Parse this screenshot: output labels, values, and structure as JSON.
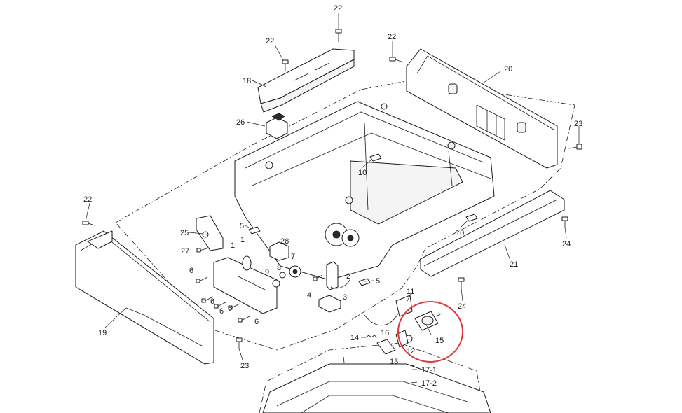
{
  "colors": {
    "line": "#1a1a1a",
    "highlight": "#e0363a",
    "background": "#ffffff"
  },
  "labels": {
    "l22a": "22",
    "l22b": "22",
    "l22c": "22",
    "l22d": "22",
    "l18": "18",
    "l20": "20",
    "l26": "26",
    "l23a": "23",
    "l23b": "23",
    "l10a": "10",
    "l10b": "10",
    "l25": "25",
    "l5a": "5",
    "l5b": "5",
    "l24a": "24",
    "l24b": "24",
    "l27": "27",
    "l1a": "1",
    "l1b": "1",
    "l28": "28",
    "l21": "21",
    "l7": "7",
    "l8": "8",
    "l9": "9",
    "l6a": "6",
    "l6b": "6",
    "l6c": "6",
    "l6d": "6",
    "l6e": "6",
    "l2": "2",
    "l3": "3",
    "l4": "4",
    "l11": "11",
    "l19": "19",
    "l14": "14",
    "l16": "16",
    "l12": "12",
    "l13": "13",
    "l15": "15",
    "l17_1": "17-1",
    "l17_2": "17-2"
  }
}
